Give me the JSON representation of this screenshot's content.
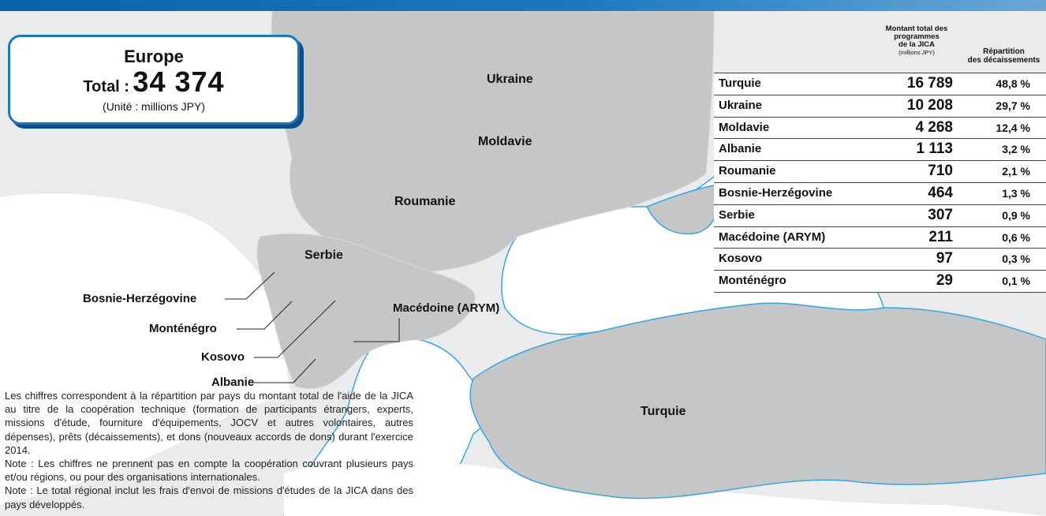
{
  "region_box": {
    "region": "Europe",
    "total_label": "Total :",
    "total_value": "34 374",
    "unit": "(Unité : millions JPY)"
  },
  "table": {
    "header_amount_line1": "Montant total des",
    "header_amount_line2": "programmes",
    "header_amount_line3": "de la JICA",
    "header_amount_unit": "(millions JPY)",
    "header_share_line1": "Répartition",
    "header_share_line2": "des décaissements",
    "rows": [
      {
        "country": "Turquie",
        "amount": "16 789",
        "share": "48,8 %"
      },
      {
        "country": "Ukraine",
        "amount": "10 208",
        "share": "29,7 %"
      },
      {
        "country": "Moldavie",
        "amount": "4 268",
        "share": "12,4 %"
      },
      {
        "country": "Albanie",
        "amount": "1 113",
        "share": "3,2 %"
      },
      {
        "country": "Roumanie",
        "amount": "710",
        "share": "2,1 %"
      },
      {
        "country": "Bosnie-Herzégovine",
        "amount": "464",
        "share": "1,3 %"
      },
      {
        "country": "Serbie",
        "amount": "307",
        "share": "0,9 %"
      },
      {
        "country": "Macédoine (ARYM)",
        "amount": "211",
        "share": "0,6 %"
      },
      {
        "country": "Kosovo",
        "amount": "97",
        "share": "0,3 %"
      },
      {
        "country": "Monténégro",
        "amount": "29",
        "share": "0,1 %"
      }
    ]
  },
  "map_labels": {
    "ukraine": "Ukraine",
    "moldavie": "Moldavie",
    "roumanie": "Roumanie",
    "serbie": "Serbie",
    "turquie": "Turquie",
    "bosnie": "Bosnie-Herzégovine",
    "montenegro": "Monténégro",
    "kosovo": "Kosovo",
    "albanie": "Albanie",
    "macedoine": "Macédoine (ARYM)"
  },
  "notes": {
    "main": "Les chiffres correspondent à la répartition par pays du montant total de l'aide de la JICA au titre de la coopération technique (formation de participants étrangers, experts, missions d'étude, fourniture d'équipements, JOCV et autres volontaires, autres dépenses), prêts (décaissements), et dons (nouveaux accords de dons) durant l'exercice 2014.",
    "note1": "Note : Les chiffres ne prennent pas en compte la coopération couvrant plusieurs pays et/ou régions, ou pour des organisations internationales.",
    "note2": "Note : Le total régional inclut les frais d'envoi de missions d'études de la JICA dans des pays développés."
  },
  "colors": {
    "banner": "#1b78c0",
    "recipient_land": "#c4c6c8",
    "other_land": "#dfe1e3",
    "sea": "#ffffff",
    "coast": "#3aa6dc"
  }
}
